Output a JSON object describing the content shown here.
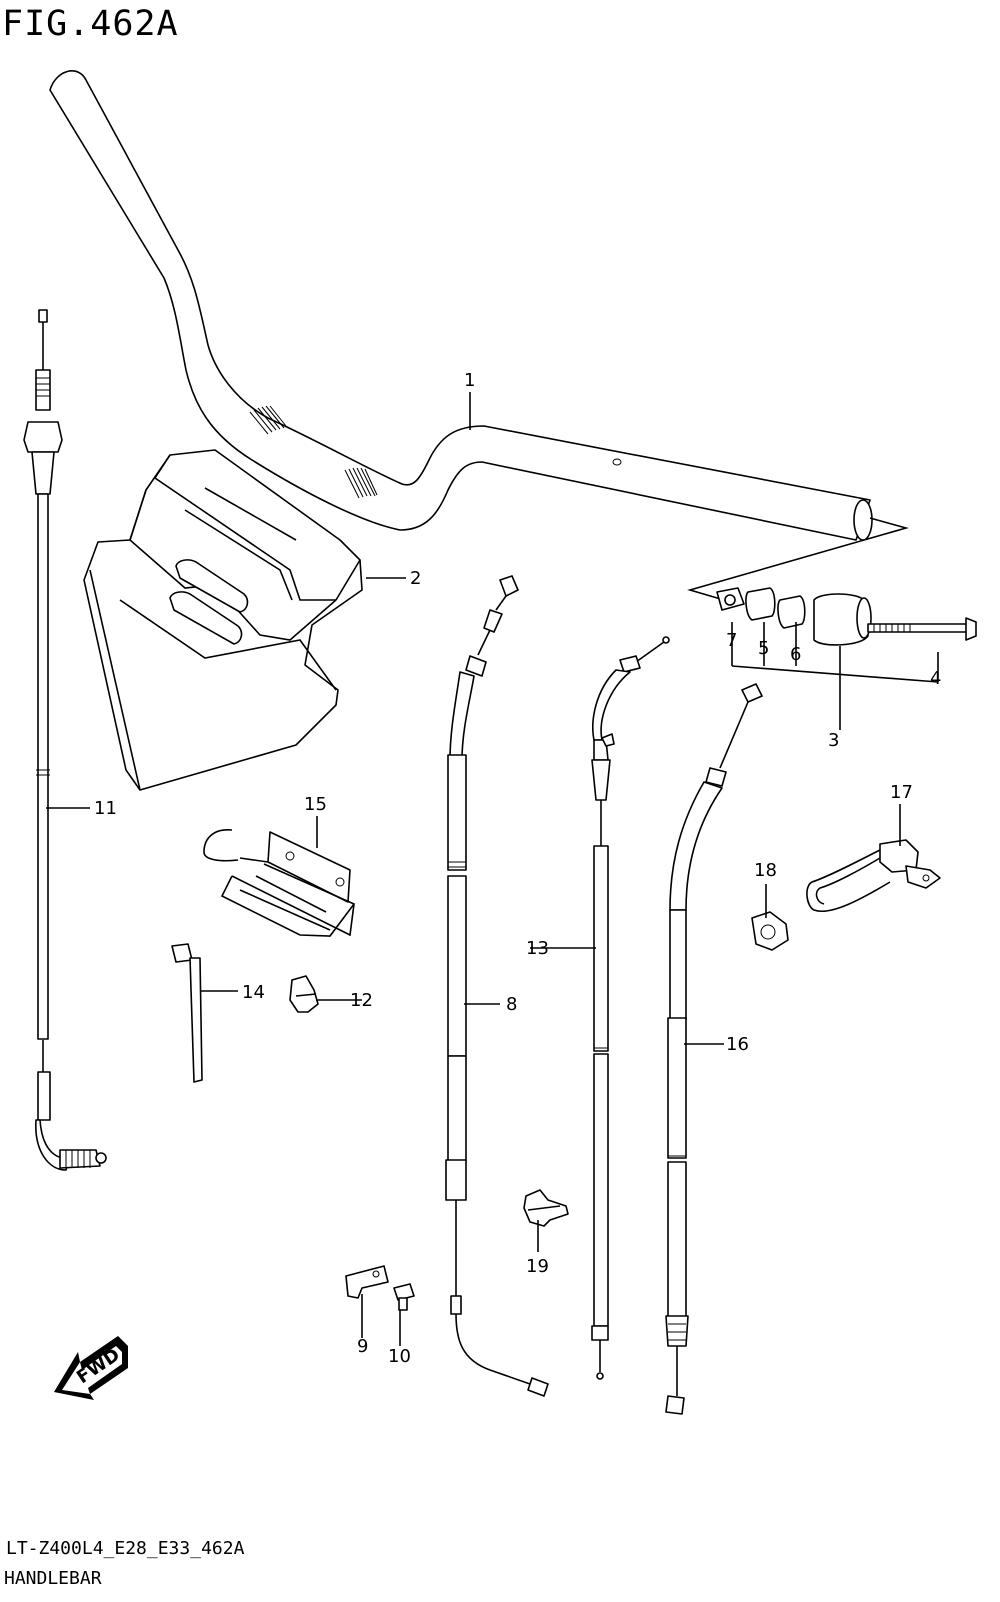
{
  "figure": {
    "title": "FIG.462A",
    "model_code": "LT-Z400L4_E28_E33_462A",
    "section_name": "HANDLEBAR"
  },
  "fwd_arrow": {
    "label": "FWD"
  },
  "callouts": [
    {
      "id": "callout-1",
      "label": "1"
    },
    {
      "id": "callout-2",
      "label": "2"
    },
    {
      "id": "callout-3",
      "label": "3"
    },
    {
      "id": "callout-4",
      "label": "4"
    },
    {
      "id": "callout-5",
      "label": "5"
    },
    {
      "id": "callout-6",
      "label": "6"
    },
    {
      "id": "callout-7",
      "label": "7"
    },
    {
      "id": "callout-8",
      "label": "8"
    },
    {
      "id": "callout-9",
      "label": "9"
    },
    {
      "id": "callout-10",
      "label": "10"
    },
    {
      "id": "callout-11",
      "label": "11"
    },
    {
      "id": "callout-12",
      "label": "12"
    },
    {
      "id": "callout-13",
      "label": "13"
    },
    {
      "id": "callout-14",
      "label": "14"
    },
    {
      "id": "callout-15",
      "label": "15"
    },
    {
      "id": "callout-16",
      "label": "16"
    },
    {
      "id": "callout-17",
      "label": "17"
    },
    {
      "id": "callout-18",
      "label": "18"
    },
    {
      "id": "callout-19",
      "label": "19"
    }
  ]
}
